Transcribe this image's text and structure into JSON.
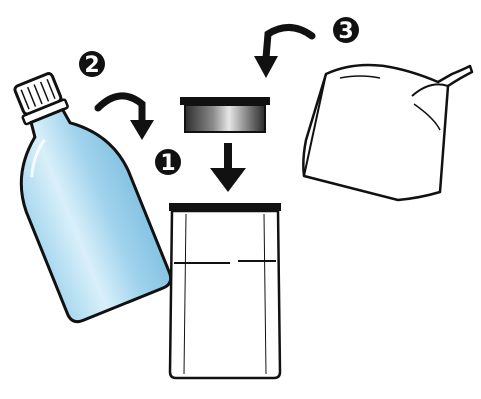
{
  "steps": [
    {
      "number": "1",
      "item": "filter"
    },
    {
      "number": "2",
      "item": "bottle"
    },
    {
      "number": "3",
      "item": "bag"
    }
  ],
  "colors": {
    "outline": "#111111",
    "water_light": "#d7eef8",
    "water_mid": "#a9d8ef",
    "water_dark": "#86c3e3",
    "filter_dark": "#333333",
    "filter_light": "#d9d9d9",
    "badge": "#111111",
    "badge_text": "#ffffff"
  },
  "icons": [
    "bottle-icon",
    "filter-cartridge-icon",
    "bag-icon",
    "container-icon",
    "curved-arrow-icon",
    "down-arrow-icon"
  ]
}
